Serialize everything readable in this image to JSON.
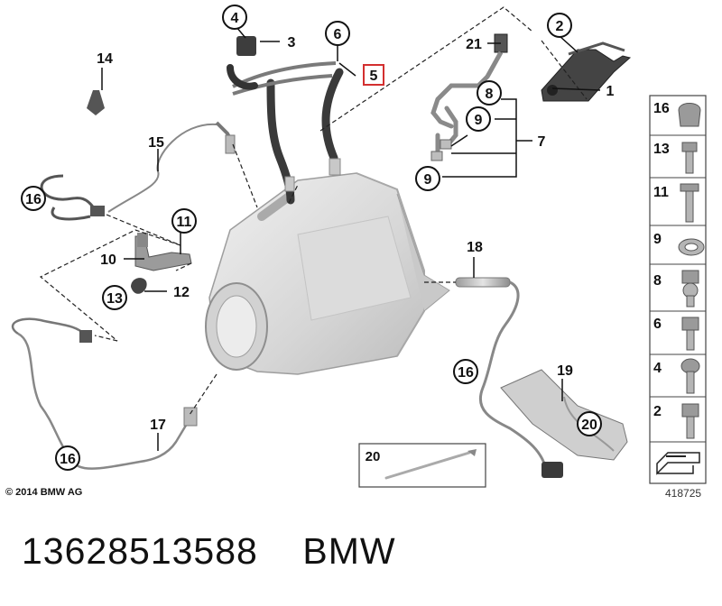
{
  "copyright": "© 2014 BMW AG",
  "diagram_id": "418725",
  "caption": "13628513588    BMW",
  "highlight_color": "#d32f2f",
  "callouts": {
    "c1": "1",
    "c2": "2",
    "c3": "3",
    "c4": "4",
    "c5": "5",
    "c6": "6",
    "c7": "7",
    "c8": "8",
    "c9a": "9",
    "c9b": "9",
    "c10": "10",
    "c11": "11",
    "c12": "12",
    "c13": "13",
    "c14": "14",
    "c15": "15",
    "c16a": "16",
    "c16b": "16",
    "c16c": "16",
    "c17": "17",
    "c18": "18",
    "c19": "19",
    "c20a": "20",
    "c20b": "20",
    "c21": "21"
  },
  "legend": [
    "16",
    "13",
    "11",
    "9",
    "8",
    "6",
    "4",
    "2"
  ]
}
